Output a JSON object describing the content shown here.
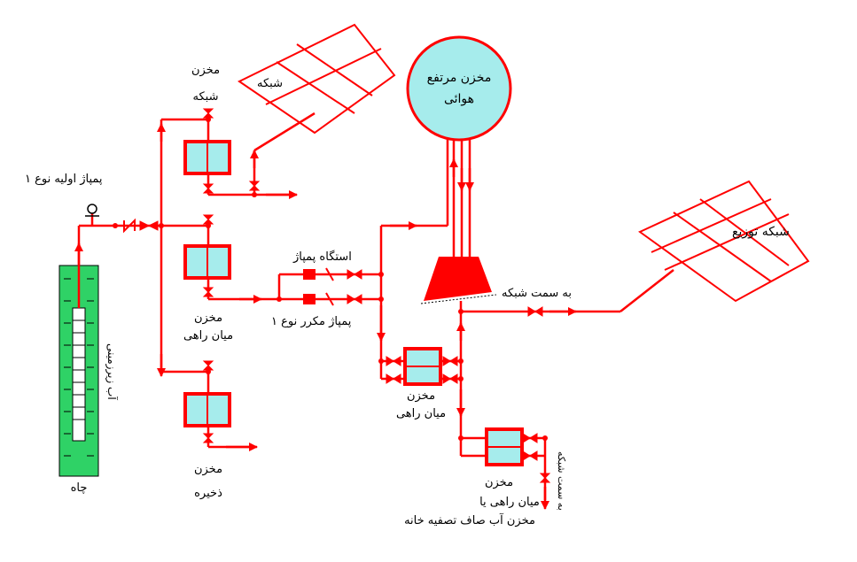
{
  "colors": {
    "pipe": "#ff0000",
    "tank_fill": "#a6ecec",
    "elevated_tank_fill": "#a6ecec",
    "well_fill": "#2fd266",
    "text": "#000000"
  },
  "labels": {
    "primary_pump": "پمپاژ اولیه نوع ۱",
    "network_tank_line1": "مخزن",
    "network_tank_line2": "شبکه",
    "network_grid": "شبکه",
    "elevated_tank_line1": "مخزن مرتفع",
    "elevated_tank_line2": "هوائی",
    "distribution_network": "شبکه توزیع",
    "pump_station": "استگاه پمپاژ",
    "booster_pump": "پمپاژ مکرر نوع ۱",
    "intermediate_tank_a_line1": "مخزن",
    "intermediate_tank_a_line2": "میان راهی",
    "intermediate_tank_b_line1": "مخزن",
    "intermediate_tank_b_line2": "میان راهی",
    "storage_tank_line1": "مخزن",
    "storage_tank_line2": "ذخیره",
    "toward_network": "به سمت شبکه",
    "toward_network_vertical": "به سمت شبکه",
    "groundwater": "آب زیرزمینی",
    "well": "چاه",
    "treatment_tank_line1": "مخزن",
    "treatment_tank_line2": "میان راهی یا",
    "treatment_tank_line3": "مخزن آب صاف تصفیه خانه"
  }
}
